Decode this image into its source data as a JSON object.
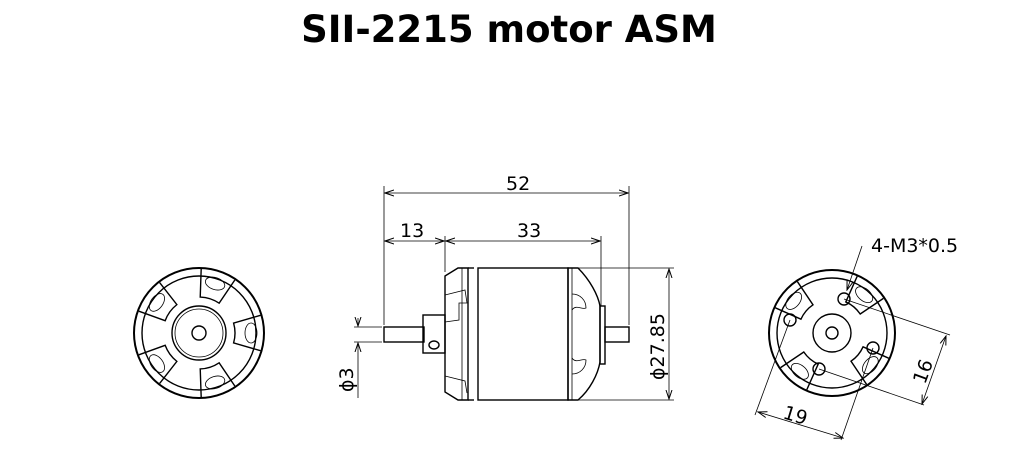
{
  "title": "SII-2215 motor ASM",
  "dimensions": {
    "overall_length": "52",
    "shaft_length": "13",
    "body_length": "33",
    "body_diameter": "ϕ27.85",
    "shaft_diameter": "ϕ3",
    "mount_holes": "4-M3*0.5",
    "hole_spacing_a": "16",
    "hole_spacing_b": "19"
  }
}
